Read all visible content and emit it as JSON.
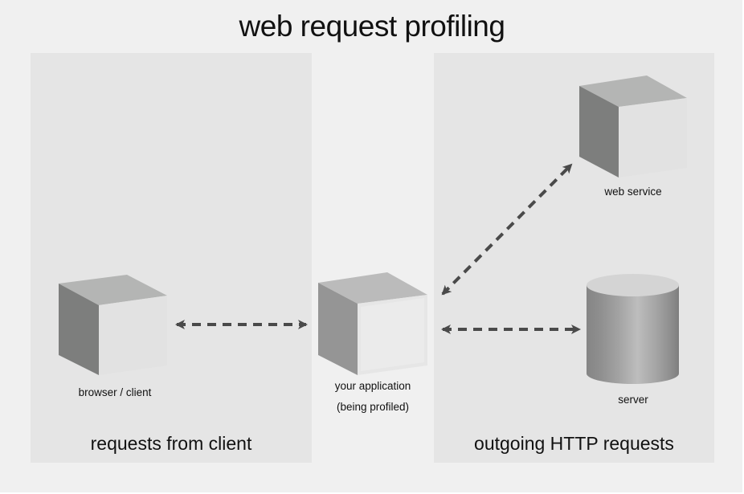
{
  "title": "web request profiling",
  "panels": {
    "left": {
      "caption": "requests from client"
    },
    "right": {
      "caption": "outgoing HTTP requests"
    }
  },
  "nodes": {
    "browser": {
      "label": "browser / client",
      "shape": "cube"
    },
    "app": {
      "label_line1": "your application",
      "label_line2": "(being profiled)",
      "shape": "cube"
    },
    "web_service": {
      "label": "web service",
      "shape": "cube"
    },
    "server": {
      "label": "server",
      "shape": "cylinder"
    }
  },
  "connections": [
    {
      "from": "browser",
      "to": "app",
      "style": "dashed",
      "direction": "bidirectional"
    },
    {
      "from": "app",
      "to": "web_service",
      "style": "dashed",
      "direction": "bidirectional"
    },
    {
      "from": "app",
      "to": "server",
      "style": "dashed",
      "direction": "bidirectional"
    }
  ],
  "colors": {
    "background": "#f0f0f0",
    "panel": "#e5e5e5",
    "arrow": "#4a4a4a",
    "cube_top": "#b4b5b4",
    "cube_side": "#7d7e7d",
    "cube_front": "#e2e2e2"
  }
}
